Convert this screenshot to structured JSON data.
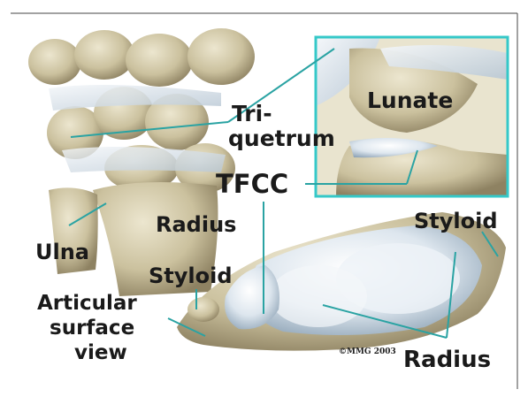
{
  "labels": {
    "tri": "Tri-",
    "quetrum": "quetrum",
    "lunate": "Lunate",
    "tfcc": "TFCC",
    "styloid_right": "Styloid",
    "radius_left": "Radius",
    "ulna": "Ulna",
    "styloid_left": "Styloid",
    "articular": "Articular",
    "surface": "surface",
    "view": "view",
    "radius_bottom": "Radius",
    "copyright": "©MMG 2003"
  },
  "colors": {
    "bone": "#cfc7a6",
    "bone_shadow": "#9c9070",
    "cartilage": "#dfe8ef",
    "cartilage_shadow": "#8fa7b9",
    "leader": "#2aa3a3",
    "inset_border": "#35c8c8"
  }
}
